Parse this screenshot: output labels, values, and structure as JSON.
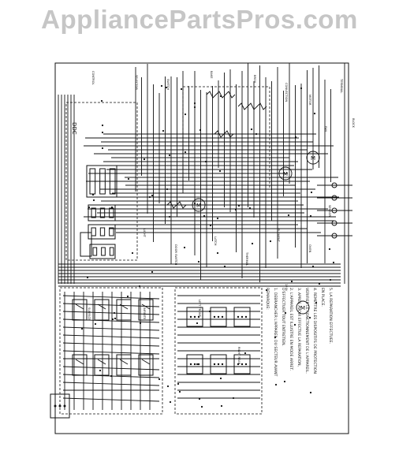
{
  "watermark": {
    "text": "AppliancePartsPros.com"
  },
  "diagram": {
    "ddc_label": "DDC",
    "rotated_labels": [
      "CONTROL",
      "SELECTOR",
      "SWITCH",
      "BAKE",
      "BROIL",
      "CONVECTION",
      "MOTOR",
      "FAN",
      "LIGHT",
      "DOOR SWITCH",
      "LATCH",
      "THERMAL",
      "ELEMENT",
      "OVEN",
      "SENSOR",
      "TERMINAL",
      "BLOCK",
      "120V",
      "SURFACE",
      "INFINITE",
      "LEFT FRONT",
      "RIGHT REAR"
    ],
    "notes": [
      "REMARQUE:",
      "1. DEBRANCHER L'APPAREIL DU SECTEUR AVANT",
      "   D'EFFECTUER TOUT ENTRETIEN.",
      "2. L'APPAREIL EST ILLUSTRE EN MODE ARRET.",
      "3. APRES AVOIR EFFECTUE LA REPARATION,",
      "   VERIFIER LE FONCTIONNEMENT DE L'APPAREIL.",
      "4. REMETTRE LES DISPOSITIFS DE PROTECTION",
      "   EN PLACE.",
      "5. LA REPARATION EFFECTUEE."
    ]
  }
}
